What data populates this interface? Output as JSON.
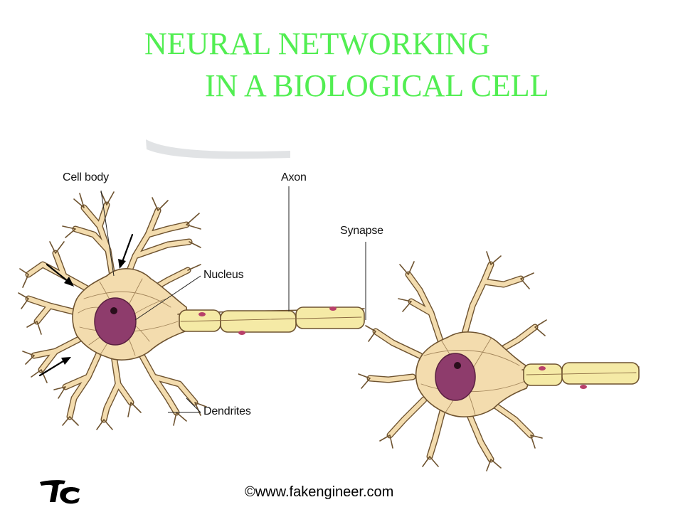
{
  "title": {
    "line1": "NEURAL NETWORKING",
    "line2": "IN A BIOLOGICAL CELL",
    "color": "#52ee52"
  },
  "labels": {
    "cell_body": "Cell body",
    "axon": "Axon",
    "synapse": "Synapse",
    "nucleus": "Nucleus",
    "dendrites": "Dendrites"
  },
  "footer": {
    "copyright": "©www.fakengineer.com",
    "logo_icon": "tc-logo-icon"
  },
  "colors": {
    "cell": "#f3dcae",
    "cell_outline": "#6e5330",
    "nucleus": "#8e3c6c",
    "axon": "#f5eaa6",
    "node": "#b8406a"
  }
}
